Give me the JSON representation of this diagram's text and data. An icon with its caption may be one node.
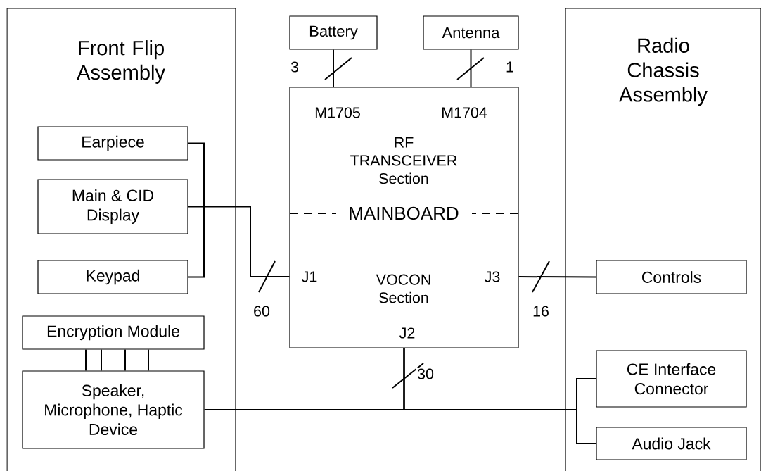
{
  "diagram": {
    "nodes": [
      {
        "text": [
          "Front Flip Assembly"
        ]
      },
      {
        "text": [
          "Earpiece"
        ],
        "in": 0
      },
      {
        "text": [
          "Main & CID Display"
        ],
        "in": 0
      },
      {
        "text": [
          "Keypad"
        ],
        "in": 0
      },
      {
        "text": [
          "Encryption Module"
        ],
        "in": 0
      },
      {
        "text": [
          "Speaker, Microphone, Haptic Device"
        ],
        "in": 0
      },
      {
        "text": [
          "Battery"
        ]
      },
      {
        "text": [
          "Antenna"
        ]
      },
      {
        "text": [
          "M1705",
          "M1704",
          "RF TRANSCEIVER Section",
          "MAINBOARD",
          "J1",
          "VOCON Section",
          "J3",
          "J2"
        ]
      },
      {
        "text": [
          "Radio Chassis Assembly"
        ]
      },
      {
        "text": [
          "Controls"
        ],
        "in": 9
      },
      {
        "text": [
          "CE Interface Connector"
        ],
        "in": 9
      },
      {
        "text": [
          "Audio Jack"
        ],
        "in": 9
      }
    ],
    "edges": [
      {
        "from": 6,
        "to": 8,
        "arrow": "none",
        "label": "3"
      },
      {
        "from": 7,
        "to": 8,
        "arrow": "none",
        "label": "1"
      },
      {
        "from": 1,
        "to": 8,
        "arrow": "none"
      },
      {
        "from": 2,
        "to": 8,
        "arrow": "none",
        "label": "60"
      },
      {
        "from": 3,
        "to": 8,
        "arrow": "none"
      },
      {
        "from": 8,
        "to": 10,
        "arrow": "none",
        "label": "16"
      },
      {
        "from": 4,
        "to": 5,
        "arrow": "none"
      },
      {
        "from": 4,
        "to": 5,
        "arrow": "none"
      },
      {
        "from": 4,
        "to": 5,
        "arrow": "none"
      },
      {
        "from": 4,
        "to": 5,
        "arrow": "none"
      },
      {
        "from": 5,
        "to": 8,
        "arrow": "none",
        "label": "30"
      },
      {
        "from": 8,
        "to": 11,
        "arrow": "none"
      },
      {
        "from": 8,
        "to": 12,
        "arrow": "none"
      }
    ]
  }
}
